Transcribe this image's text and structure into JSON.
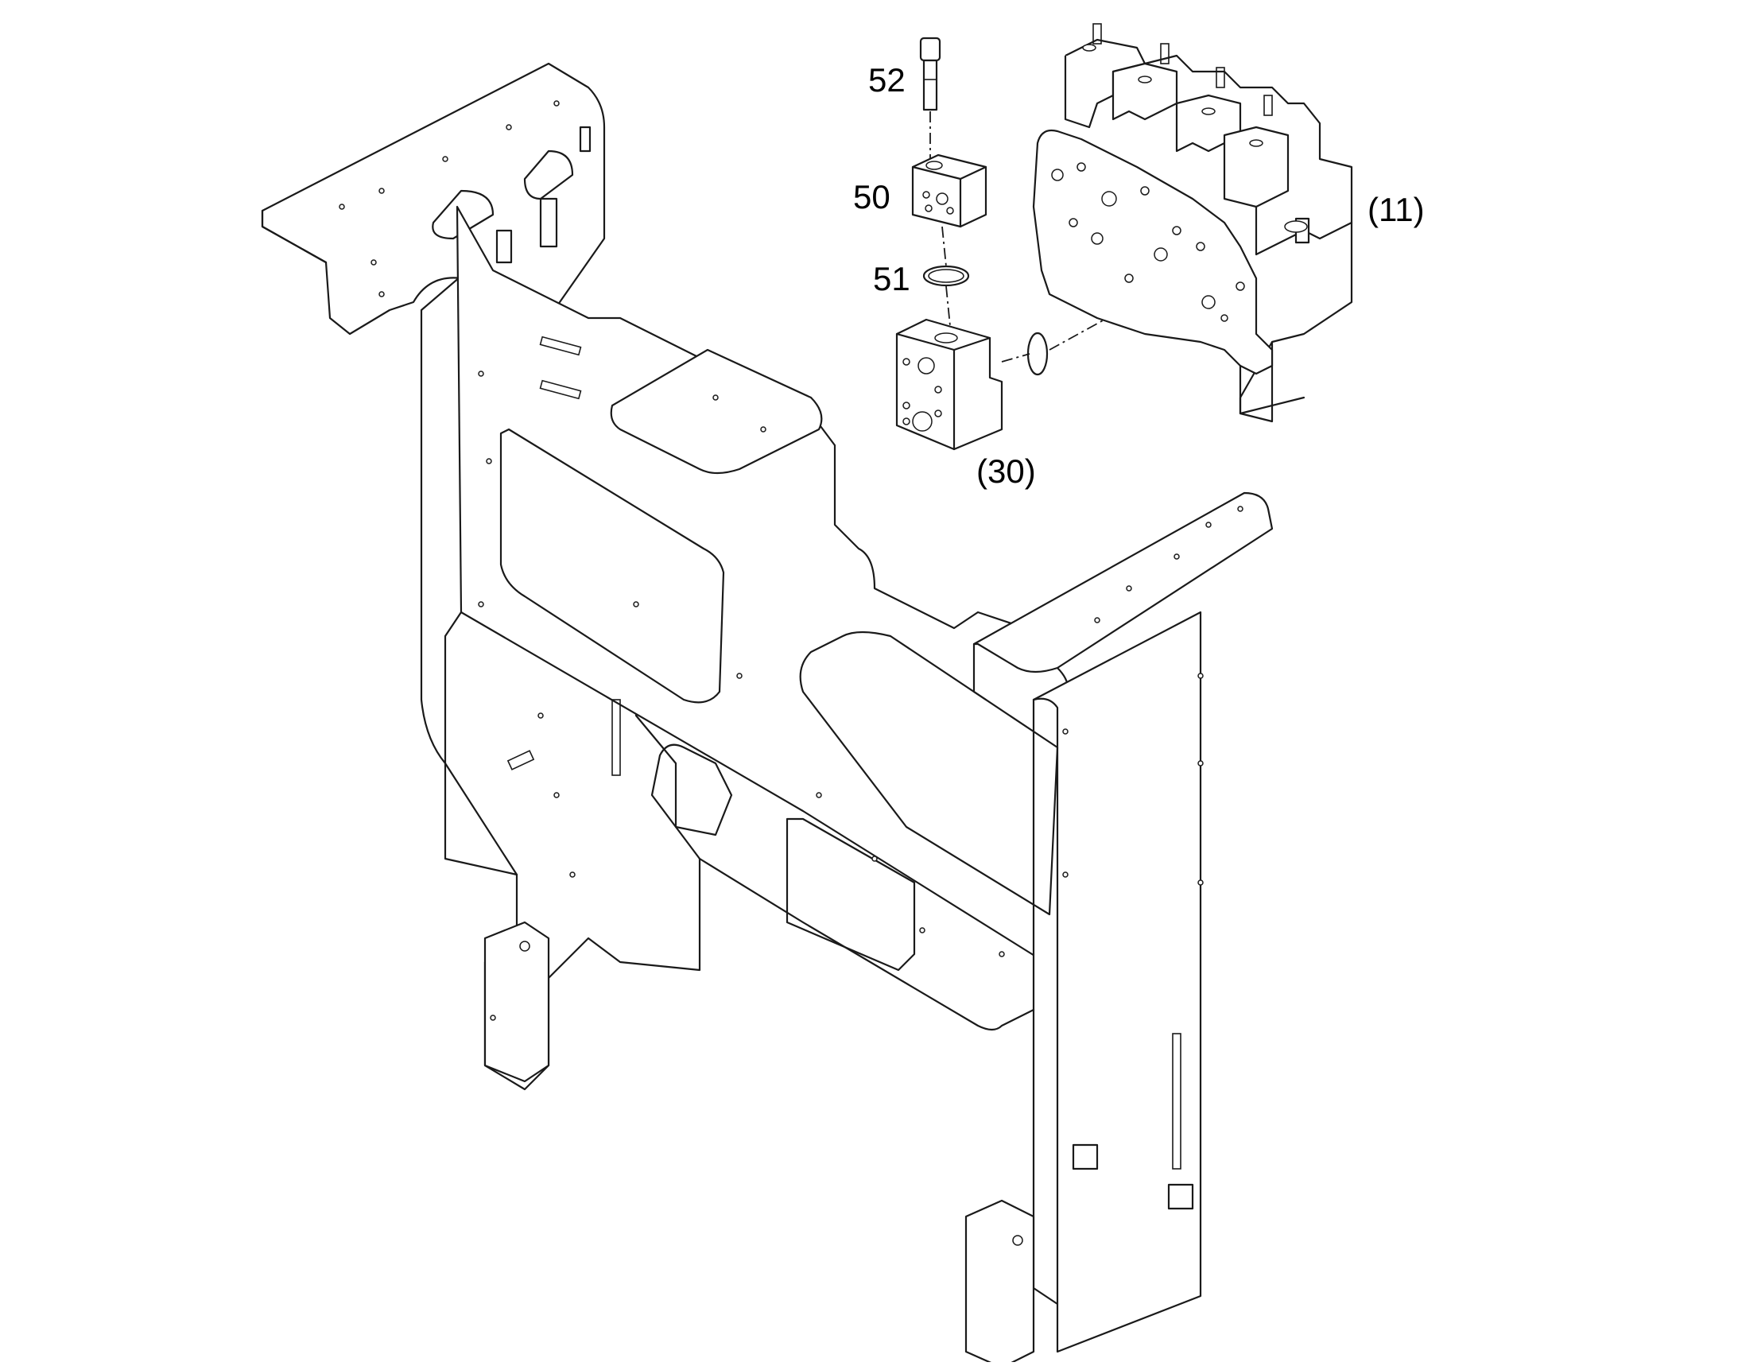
{
  "diagram": {
    "callouts": [
      {
        "id": "52",
        "text": "52"
      },
      {
        "id": "50",
        "text": "50"
      },
      {
        "id": "51",
        "text": "51"
      },
      {
        "id": "30",
        "text": "(30)"
      },
      {
        "id": "11",
        "text": "(11)"
      }
    ]
  }
}
